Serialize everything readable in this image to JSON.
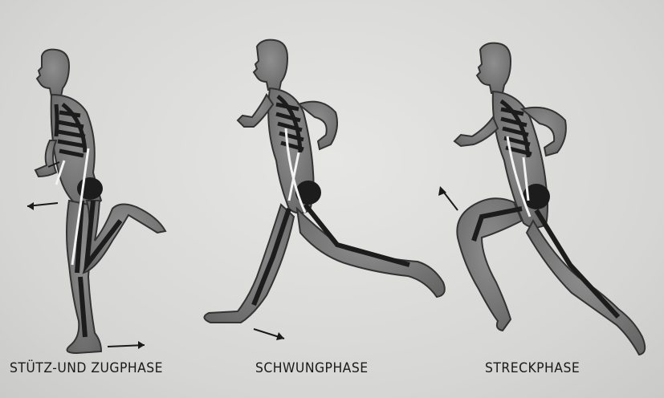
{
  "phases": [
    {
      "label": "STÜTZ-UND ZUGPHASE"
    },
    {
      "label": "SCHWUNGPHASE"
    },
    {
      "label": "STRECKPHASE"
    }
  ],
  "colors": {
    "background": "#d9d9d7",
    "body": "#7a7a7a",
    "skeleton": "#1c1c1c",
    "tendon": "#f2f2f2",
    "arrow": "#1a1a1a"
  }
}
